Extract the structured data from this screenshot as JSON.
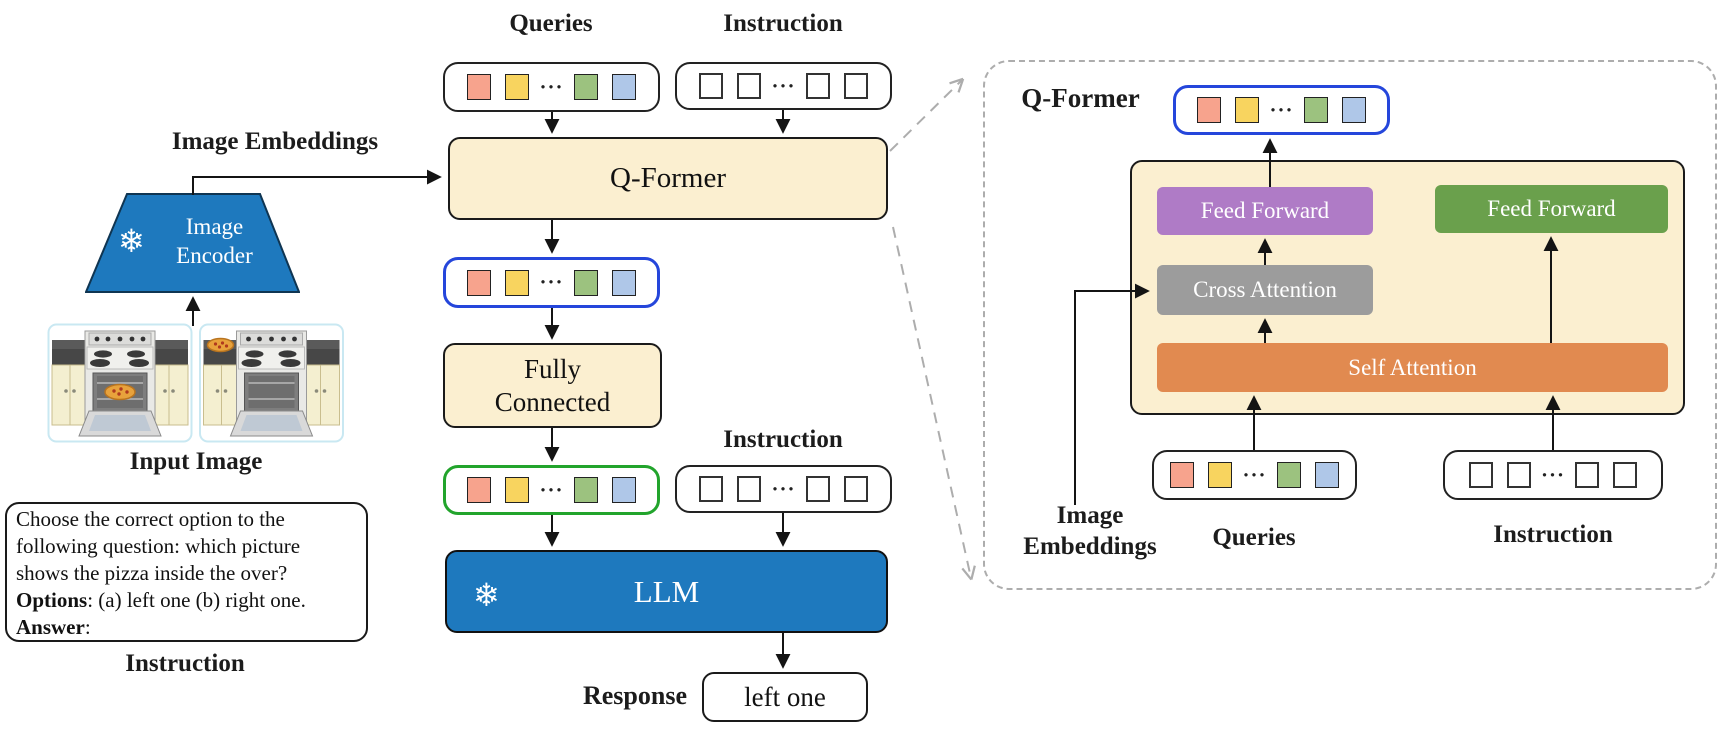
{
  "main": {
    "queries_label": "Queries",
    "instruction_label": "Instruction",
    "image_embeddings_label": "Image Embeddings",
    "qformer": "Q-Former",
    "image_encoder": "Image Encoder",
    "snowflake": "❄",
    "fully_connected": "Fully Connected",
    "instruction_label_2": "Instruction",
    "llm": "LLM",
    "response_label": "Response",
    "response_value": "left one",
    "input_image_label": "Input Image",
    "instruction_caption": "Instruction",
    "prompt": {
      "line1": "Choose the correct option to the",
      "line2": "following question: which picture",
      "line3": "shows the pizza inside the over?",
      "options_bold": "Options",
      "options_rest": ": (a) left one (b) right one.",
      "answer_bold": "Answer",
      "answer_rest": ":"
    }
  },
  "panel": {
    "title": "Q-Former",
    "feed_forward_left": "Feed Forward",
    "feed_forward_right": "Feed Forward",
    "cross_attention": "Cross Attention",
    "self_attention": "Self Attention",
    "queries_label": "Queries",
    "instruction_label": "Instruction",
    "image_embeddings_label": "Image Embeddings"
  },
  "tokens": {
    "colored": [
      "#F7A38D",
      "#F8D45F",
      "#9CC27F",
      "#AFC7E8"
    ],
    "blank_fill": "#FFFFFF",
    "dots": "···"
  },
  "colors": {
    "module_fill_cream": "#FBEFD0",
    "frozen_blue": "#1E79BE",
    "feed_forward_purple": "#AF7BC6",
    "feed_forward_green": "#6AA04C",
    "cross_attention_gray": "#9C9C9C",
    "self_attention_orange": "#E18A50",
    "query_outline_blue": "#2546DB",
    "query_outline_green": "#22A42C",
    "dashed_gray": "#ADADAD"
  }
}
